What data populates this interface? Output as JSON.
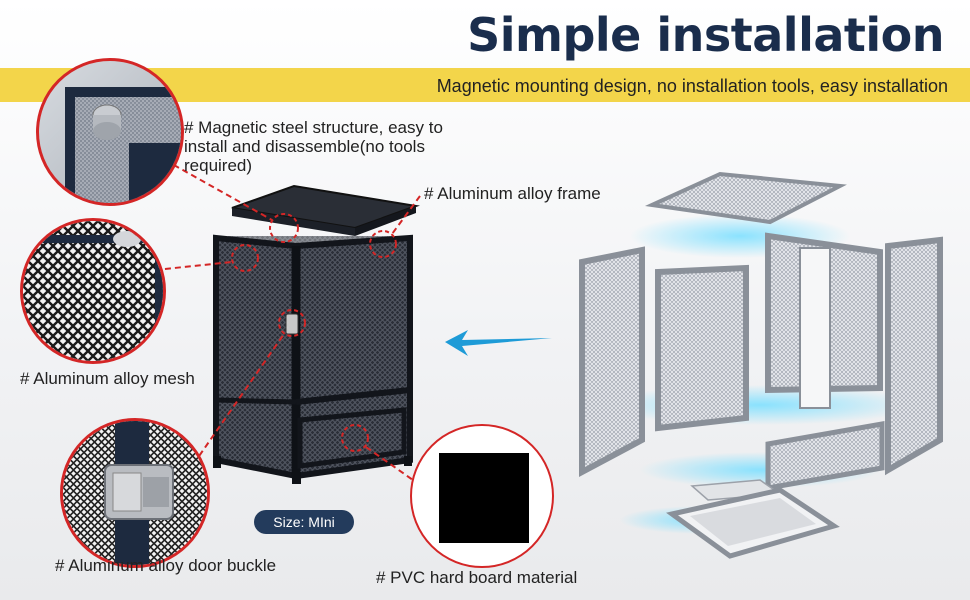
{
  "header": {
    "title": "Simple installation",
    "subtitle": "Magnetic mounting design, no installation tools, easy installation"
  },
  "features": {
    "magnetic": "# Magnetic steel structure, easy to install and disassemble(no tools required)",
    "frame": "# Aluminum alloy frame",
    "mesh": "# Aluminum alloy mesh",
    "buckle": "# Aluminum alloy door buckle",
    "pvc": "# PVC hard board material"
  },
  "size_badge": "Size: MIni",
  "colors": {
    "title": "#1a2d4c",
    "banner": "#f3d54a",
    "callout": "#d42626",
    "badge": "#233b5c",
    "arrow": "#1e9bd7",
    "cage": "#1f2430"
  },
  "icons": {
    "direction_arrow": "left-arrow-icon"
  }
}
